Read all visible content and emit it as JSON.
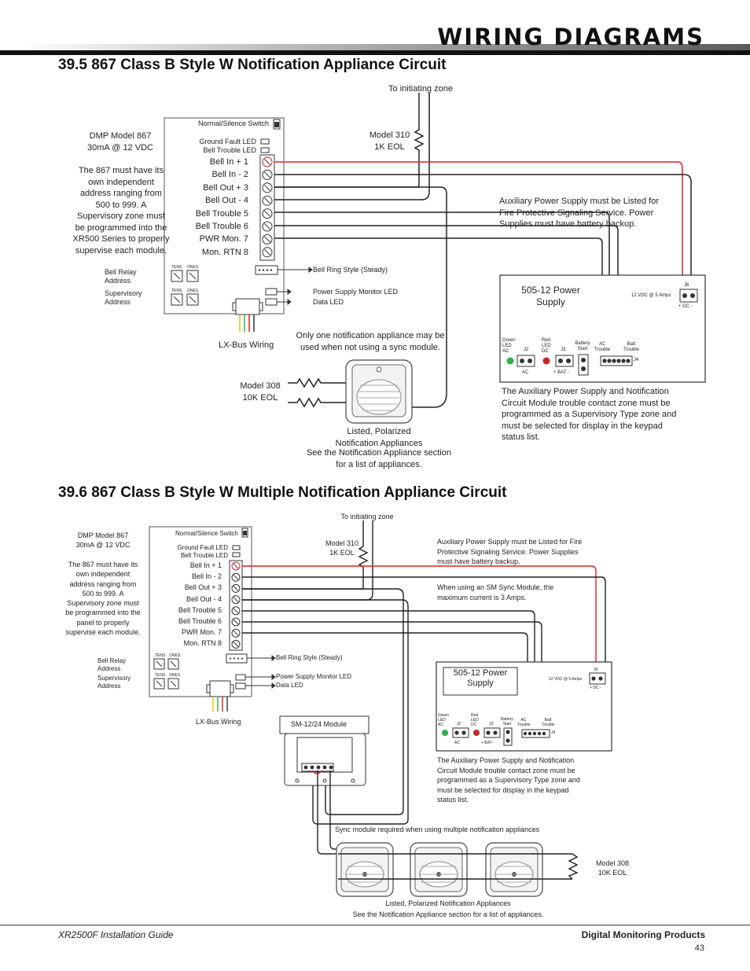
{
  "header": {
    "title": "WIRING DIAGRAMS"
  },
  "s1": {
    "title": "39.5   867 Class B Style W Notification Appliance Circuit",
    "to_zone": "To initiating zone",
    "dmp_model": "DMP Model 867\n30mA @ 12 VDC",
    "dmp_note": "The 867 must have its\nown independent\naddress ranging from\n500 to 999.  A\nSupervisory zone must\nbe programmed into the\nXR500 Series to properly\nsupervise each module.",
    "switch": "Normal/Silence Switch",
    "gf_led": "Ground Fault LED",
    "bt_led": "Bell Trouble LED",
    "terminals": [
      "Bell In +  1",
      "Bell In -  2",
      "Bell Out +  3",
      "Bell Out -  4",
      "Bell Trouble  5",
      "Bell Trouble  6",
      "PWR Mon.  7",
      "Mon. RTN  8"
    ],
    "model310": "Model 310\n1K EOL",
    "aux_note": "Auxiliary Power Supply must be Listed for\nFire Protective Signaling Service.  Power\nSupplies must have battery backup.",
    "bell_ring": "Bell Ring Style (Steady)",
    "psm_led": "Power Supply Monitor LED",
    "data_led": "Data LED",
    "relay_addr": "Bell Relay\nAddress",
    "sup_addr": "Supervisory\nAddress",
    "tens": "TENS",
    "ones": "ONES",
    "lx_bus": "LX-Bus Wiring",
    "only_one": "Only one notification appliance may be\nused when not using a sync module.",
    "model308": "Model 308\n10K EOL",
    "listed": "Listed, Polarized\nNotification Appliances",
    "see": "See the Notification Appliance section\nfor a list of appliances.",
    "ps_title": "505-12 Power\nSupply",
    "ps_vdc": "12 VDC @ 5 Amps",
    "ps_dc": "+ DC -",
    "j6": "J6",
    "ps_green": "Green\nLED\nAC",
    "ps_j2": "J2",
    "ps_red": "Red\nLED\nDC",
    "ps_j3": "J3",
    "ps_batstart": "Battery\nStart",
    "ps_actrouble": "AC\nTrouble",
    "ps_batt": "Batt\nTrouble",
    "ps_j4": "J4",
    "ps_ac": "AC",
    "ps_bat": "+ BAT -",
    "ps_note": "The Auxiliary Power Supply and Notification\nCircuit Module trouble contact zone must be\nprogrammed as a Supervisory Type zone and\nmust be selected for display in the keypad\nstatus list."
  },
  "s2": {
    "title": "39.6   867 Class B Style W Multiple Notification Appliance Circuit",
    "to_zone": "To initiating zone",
    "dmp_model": "DMP Model 867\n30mA @ 12 VDC",
    "dmp_note": "The 867 must have its\nown independent\naddress ranging from\n500 to 999.  A\nSupervisory zone must\nbe programmed into the\npanel to properly\nsupervise each module.",
    "switch": "Normal/Silence Switch",
    "gf_led": "Ground Fault LED",
    "bt_led": "Bell Trouble LED",
    "terminals": [
      "Bell In +  1",
      "Bell In -  2",
      "Bell Out +  3",
      "Bell Out -  4",
      "Bell Trouble  5",
      "Bell Trouble  6",
      "PWR Mon.  7",
      "Mon. RTN  8"
    ],
    "model310": "Model 310\n1K EOL",
    "aux_note": "Auxiliary Power Supply must be Listed for Fire\nProtective Signaling Service.  Power Supplies\nmust have battery backup.",
    "sync_note": "When using an SM Sync Module, the\nmaximum current is 3 Amps.",
    "bell_ring": "Bell Ring Style (Steady)",
    "psm_led": "Power Supply Monitor LED",
    "data_led": "Data LED",
    "relay_addr": "Bell Relay\nAddress",
    "sup_addr": "Supervisory\nAddress",
    "tens": "TENS",
    "ones": "ONES",
    "lx_bus": "LX-Bus Wiring",
    "sm_module": "SM-12/24 Module",
    "ps_title": "505-12 Power\nSupply",
    "ps_vdc": "12 VDC @ 5 Amps",
    "ps_dc": "+ DC -",
    "j6": "J6",
    "ps_green": "Green\nLED\nAC",
    "ps_j2": "J2",
    "ps_red": "Red\nLED\nDC",
    "ps_j3": "J3",
    "ps_batstart": "Battery\nStart",
    "ps_actrouble": "AC\nTrouble",
    "ps_batt": "Batt\nTrouble",
    "ps_j4": "J4",
    "ps_ac": "AC",
    "ps_bat": "+ BAT -",
    "ps_note": "The Auxiliary Power Supply and Notification\nCircuit Module trouble contact zone must be\nprogrammed as a Supervisory Type zone and\nmust be selected for display in the keypad\nstatus list.",
    "sync_required": "Sync module required when using multiple notification appliances",
    "model308": "Model 308\n10K EOL",
    "listed": "Listed, Polarized Notification Appliances",
    "see": "See the Notification Appliance section for a list of appliances."
  },
  "footer": {
    "guide": "XR2500F Installation Guide",
    "company": "Digital Monitoring Products",
    "page": "43"
  },
  "colors": {
    "red_wire": "#d8232a",
    "green_led": "#2db34a",
    "red_led": "#c62828",
    "header_bar": "#111111"
  }
}
